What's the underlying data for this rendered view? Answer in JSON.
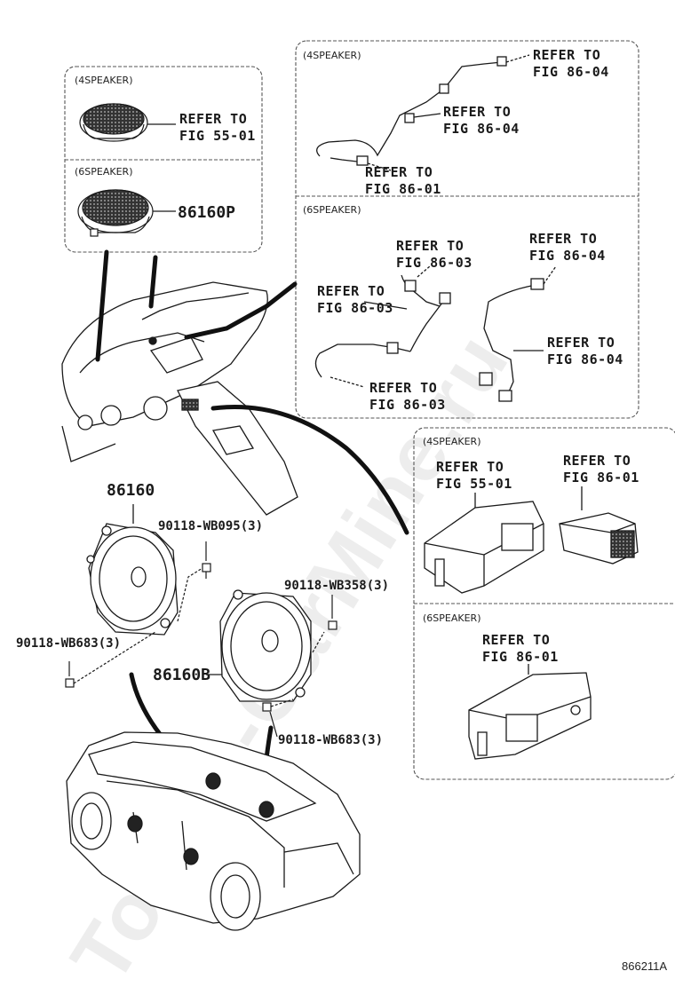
{
  "watermark": "Toyota-CarMine.ru",
  "diagram_code": "866211A",
  "colors": {
    "line": "#1a1a1a",
    "box_border": "#555555",
    "leader": "#111111"
  },
  "tweeter_box": {
    "section_4": "(4SPEAKER)",
    "refer_4": "REFER TO\nFIG 55-01",
    "section_6": "(6SPEAKER)",
    "part_6": "86160P"
  },
  "harness_box": {
    "section_4": "(4SPEAKER)",
    "refer_top": "REFER TO\nFIG 86-04",
    "refer_mid": "REFER TO\nFIG 86-04",
    "refer_low": "REFER TO\nFIG 86-01",
    "section_6": "(6SPEAKER)",
    "refer_6a": "REFER TO\nFIG 86-03",
    "refer_6b": "REFER TO\nFIG 86-04",
    "refer_6c": "REFER TO\nFIG 86-03",
    "refer_6d": "REFER TO\nFIG 86-04",
    "refer_6e": "REFER TO\nFIG 86-03"
  },
  "console_box": {
    "section_4": "(4SPEAKER)",
    "refer_4a": "REFER TO\nFIG 55-01",
    "refer_4b": "REFER TO\nFIG 86-01",
    "section_6": "(6SPEAKER)",
    "refer_6": "REFER TO\nFIG 86-01"
  },
  "parts": {
    "front_speaker": "86160",
    "front_screw": "90118-WB095(3)",
    "front_bolt": "90118-WB683(3)",
    "rear_screw": "90118-WB358(3)",
    "rear_speaker": "86160B",
    "rear_bolt": "90118-WB683(3)"
  }
}
